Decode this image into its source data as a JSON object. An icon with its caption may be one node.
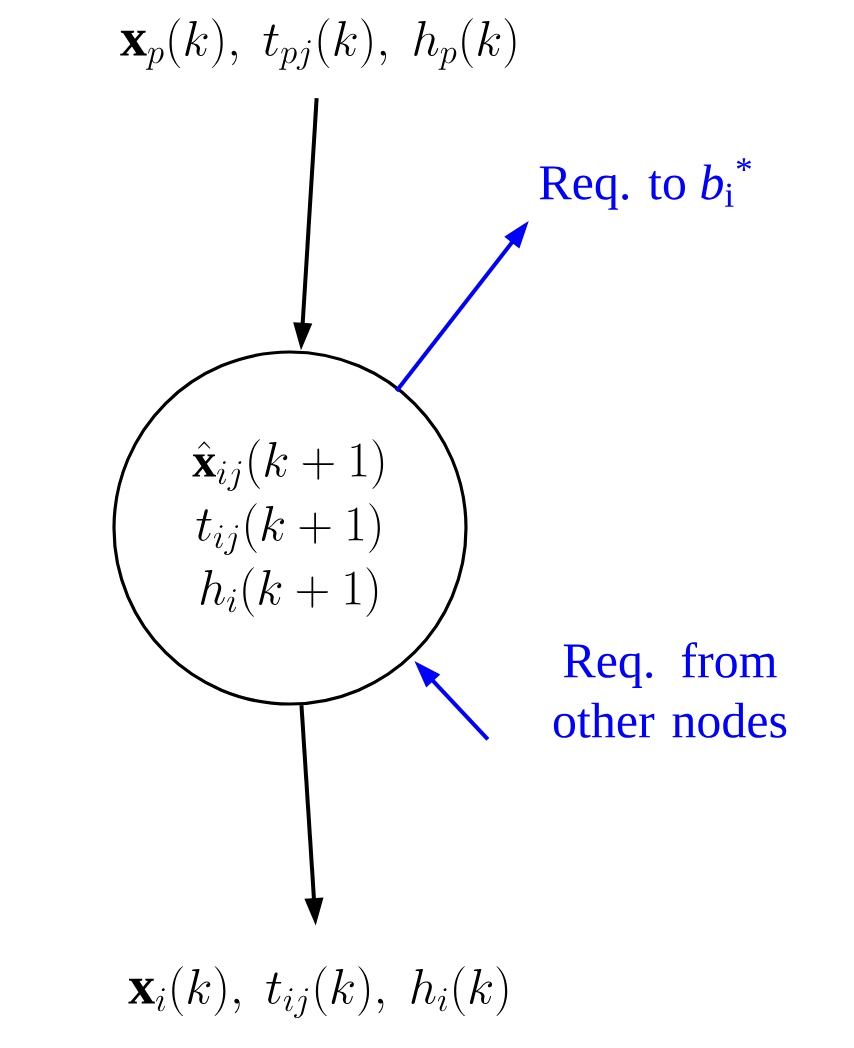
{
  "diagram": {
    "nodes": [
      {
        "text": [
          "\\mathbf{x}_{p}(k),\\ t_{pj}(k),\\ h_{p}(k)"
        ]
      },
      {
        "text": [
          "\\hat{\\mathbf{x}}_{ij}(k+1)",
          "t_{ij}(k+1)",
          "h_{i}(k+1)"
        ]
      },
      {
        "text": [
          "\\mathbf{x}_{i}(k),\\ t_{ij}(k),\\ h_{i}(k)"
        ]
      },
      {
        "text": [
          "Req. to *b*$_{i}$$^{*}$"
        ]
      },
      {
        "text": [
          "Req. from other nodes"
        ]
      }
    ],
    "edges": [
      {
        "from": 0,
        "to": 1,
        "arrow": "to"
      },
      {
        "from": 1,
        "to": 2,
        "arrow": "to"
      },
      {
        "from": 1,
        "to": 3,
        "arrow": "to",
        "color": "#0000ff"
      },
      {
        "from": 4,
        "to": 1,
        "arrow": "to",
        "color": "#0000ff"
      }
    ]
  }
}
